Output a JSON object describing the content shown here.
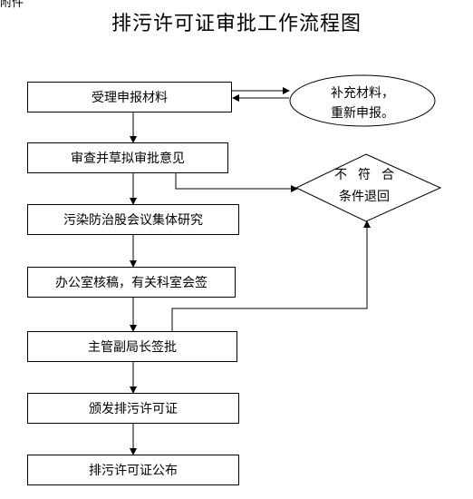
{
  "corner_text": "附件",
  "title": "排污许可证审批工作流程图",
  "steps": [
    "受理申报材料",
    "审查并草拟审批意见",
    "污染防治股会议集体研究",
    "办公室核稿，有关科室会签",
    "主管副局长签批",
    "颁发排污许可证",
    "排污许可证公布"
  ],
  "supplement": {
    "line1": "补充材料，",
    "line2": "重新申报。"
  },
  "reject": {
    "line1": "不符合",
    "line2": "条件退回"
  }
}
